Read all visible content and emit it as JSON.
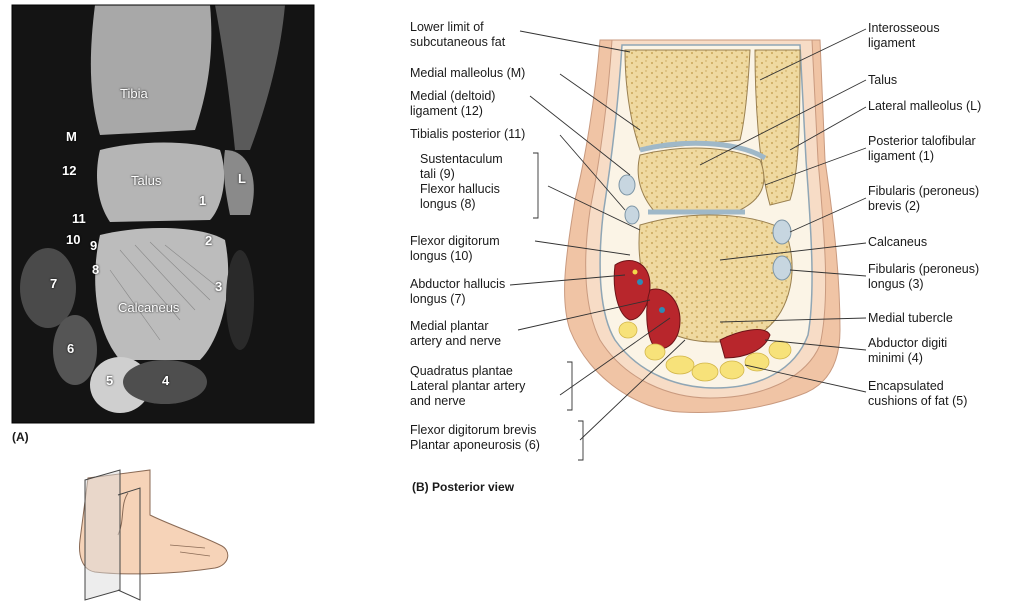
{
  "mri": {
    "label_A": "(A)",
    "labels": {
      "tibia": "Tibia",
      "talus": "Talus",
      "calcaneus": "Calcaneus",
      "m": "M",
      "l": "L",
      "n1": "1",
      "n2": "2",
      "n3": "3",
      "n4": "4",
      "n5": "5",
      "n6": "6",
      "n7": "7",
      "n8": "8",
      "n9": "9",
      "n10": "10",
      "n11": "11",
      "n12": "12"
    }
  },
  "diagram": {
    "caption": "(B) Posterior view",
    "left_labels": [
      "Lower limit of\nsubcutaneous fat",
      "Medial malleolus (M)",
      "Medial (deltoid)\nligament (12)",
      "Tibialis posterior (11)",
      "Sustentaculum\ntali (9)\nFlexor hallucis\nlongus (8)",
      "Flexor digitorum\nlongus (10)",
      "Abductor hallucis\nlongus (7)",
      "Medial plantar\nartery and nerve",
      "Quadratus plantae\nLateral plantar artery\nand nerve",
      "Flexor digitorum brevis\nPlantar aponeurosis (6)"
    ],
    "right_labels": [
      "Interosseous\nligament",
      "Talus",
      "Lateral malleolus (L)",
      "Posterior talofibular\nligament (1)",
      "Fibularis (peroneus)\nbrevis (2)",
      "Calcaneus",
      "Fibularis (peroneus)\nlongus (3)",
      "Medial tubercle",
      "Abductor digiti\nminimi (4)",
      "Encapsulated\ncushions of fat (5)"
    ]
  },
  "colors": {
    "bone": "#efd9a0",
    "bone_dots": "#c9a65a",
    "skin": "#f3c8aa",
    "muscle": "#b8262c",
    "fat": "#f7e27a",
    "ligament": "#9fb8c8"
  }
}
